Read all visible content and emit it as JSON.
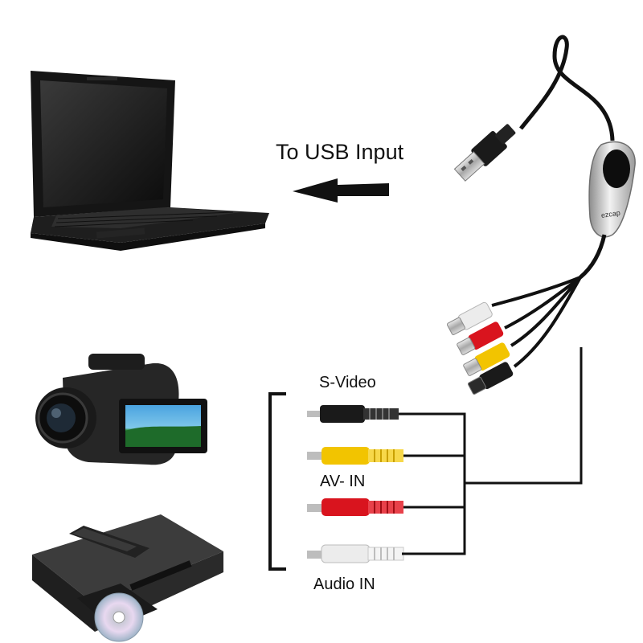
{
  "labels": {
    "usb_input": "To USB Input",
    "s_video": "S-Video",
    "av_in": "AV- IN",
    "audio_in": "Audio IN"
  },
  "device": {
    "brand_mark": "ezcap"
  },
  "connectors": [
    {
      "name": "s-video",
      "color": "#1a1a1a"
    },
    {
      "name": "yellow-video",
      "color": "#f2c400"
    },
    {
      "name": "red-audio",
      "color": "#d9141e"
    },
    {
      "name": "white-audio",
      "color": "#ececec"
    }
  ],
  "colors": {
    "wire": "#111111",
    "arrow": "#111111",
    "background": "#ffffff"
  }
}
